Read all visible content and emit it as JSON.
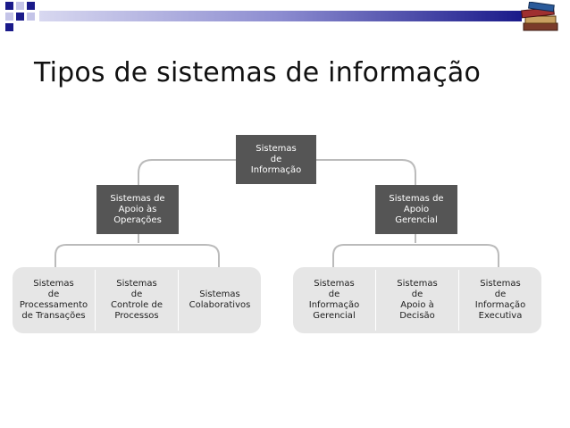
{
  "slide": {
    "title": "Tipos de sistemas de informação"
  },
  "colors": {
    "header_bar_dark": "#1a1a8a",
    "header_bar_light": "#c4c4e8",
    "box_fill": "#555555",
    "group_fill": "#e6e6e6",
    "connector": "#bbbbbb"
  },
  "icons": {
    "logo": "stacked-books-icon"
  },
  "diagram": {
    "root": "Sistemas\nde\nInformação",
    "left_branch": "Sistemas de\nApoio às\nOperações",
    "right_branch": "Sistemas de\nApoio\nGerencial",
    "left_leaves": [
      "Sistemas\nde\nProcessamento\nde Transações",
      "Sistemas\nde\nControle de\nProcessos",
      "Sistemas\nColaborativos"
    ],
    "right_leaves": [
      "Sistemas\nde\nInformação\nGerencial",
      "Sistemas\nde\nApoio à\nDecisão",
      "Sistemas\nde\nInformação\nExecutiva"
    ]
  }
}
